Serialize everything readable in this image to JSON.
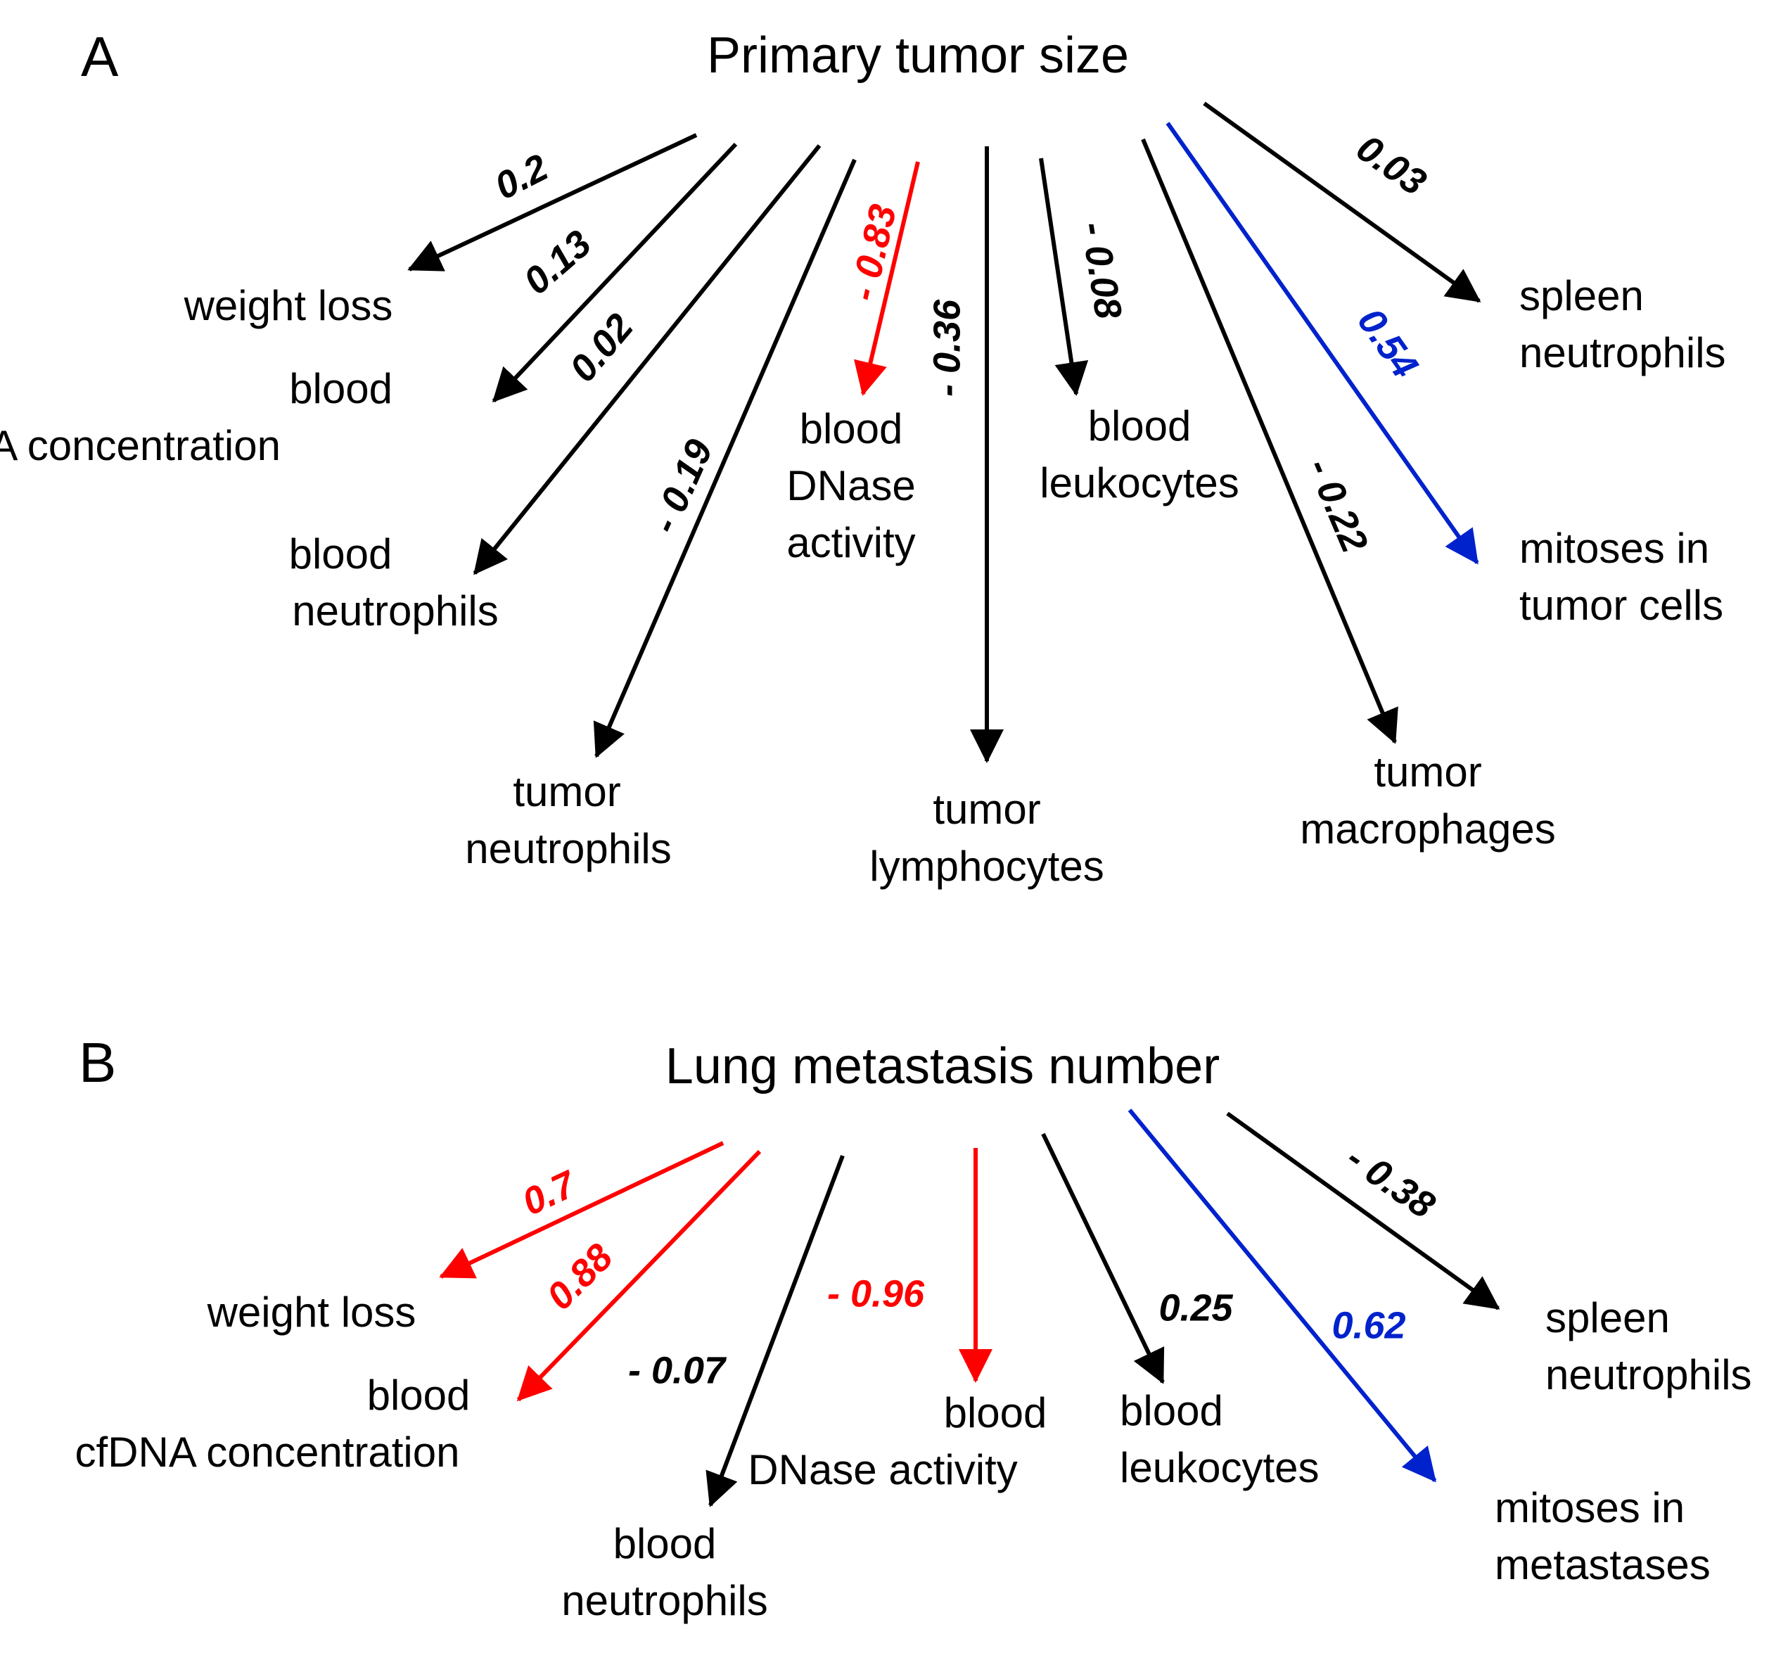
{
  "colors": {
    "negative_significant": "#ff0000",
    "positive_significant": "#0022cc",
    "neutral": "#000000"
  },
  "panels": [
    {
      "letter": "A",
      "title": "Primary tumor size",
      "edges": [
        {
          "target": [
            "weight loss"
          ],
          "value": "0.2",
          "color": "neutral"
        },
        {
          "target": [
            "blood",
            "cfDNA concentration"
          ],
          "value": "0.13",
          "color": "neutral"
        },
        {
          "target": [
            "blood",
            "neutrophils"
          ],
          "value": "0.02",
          "color": "neutral"
        },
        {
          "target": [
            "tumor",
            "neutrophils"
          ],
          "value": "- 0.19",
          "color": "neutral"
        },
        {
          "target": [
            "blood",
            "DNase",
            "activity"
          ],
          "value": "- 0.83",
          "color": "negative_significant"
        },
        {
          "target": [
            "tumor",
            "lymphocytes"
          ],
          "value": "- 0.36",
          "color": "neutral"
        },
        {
          "target": [
            "blood",
            "leukocytes"
          ],
          "value": "- 0.08",
          "color": "neutral"
        },
        {
          "target": [
            "tumor",
            "macrophages"
          ],
          "value": "- 0.22",
          "color": "neutral"
        },
        {
          "target": [
            "mitoses in",
            "tumor cells"
          ],
          "value": "0.54",
          "color": "positive_significant"
        },
        {
          "target": [
            "spleen",
            "neutrophils"
          ],
          "value": "0.03",
          "color": "neutral"
        }
      ]
    },
    {
      "letter": "B",
      "title": "Lung metastasis number",
      "edges": [
        {
          "target": [
            "weight loss"
          ],
          "value": "0.7",
          "color": "negative_significant"
        },
        {
          "target": [
            "blood",
            "cfDNA concentration"
          ],
          "value": "0.88",
          "color": "negative_significant"
        },
        {
          "target": [
            "blood",
            "neutrophils"
          ],
          "value": "- 0.07",
          "color": "neutral"
        },
        {
          "target": [
            "blood",
            "DNase activity"
          ],
          "value": "- 0.96",
          "color": "negative_significant"
        },
        {
          "target": [
            "blood",
            "leukocytes"
          ],
          "value": "0.25",
          "color": "neutral"
        },
        {
          "target": [
            "mitoses in",
            "metastases"
          ],
          "value": "0.62",
          "color": "positive_significant"
        },
        {
          "target": [
            "spleen",
            "neutrophils"
          ],
          "value": "- 0.38",
          "color": "neutral"
        }
      ]
    }
  ]
}
